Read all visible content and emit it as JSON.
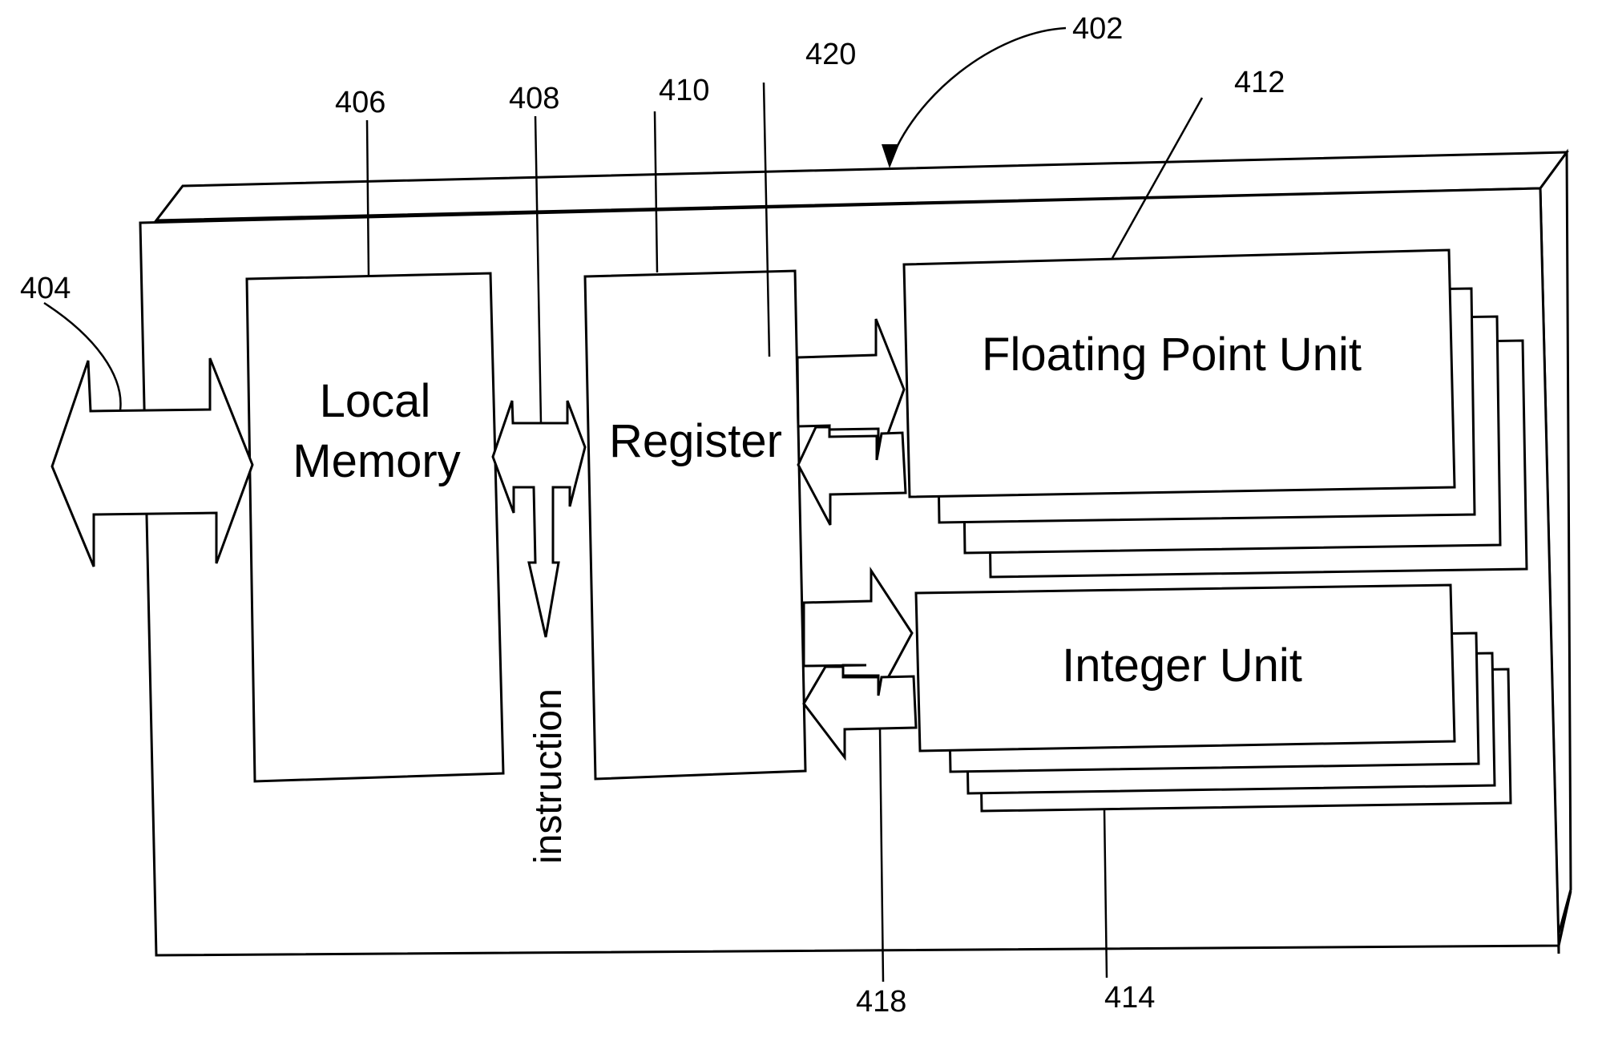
{
  "figure": {
    "type": "patent-block-diagram",
    "processor": {
      "ref": "402"
    },
    "external_bus": {
      "ref": "404"
    },
    "local_memory": {
      "ref": "406",
      "label_line1": "Local",
      "label_line2": "Memory"
    },
    "memory_register_bus": {
      "ref": "408",
      "branch_label": "instruction"
    },
    "register": {
      "ref": "410",
      "label": "Register"
    },
    "floating_point_unit": {
      "ref": "412",
      "label": "Floating Point Unit",
      "stack_depth": 4
    },
    "integer_unit": {
      "ref": "414",
      "label": "Integer Unit",
      "stack_depth": 4
    },
    "int_bus": {
      "ref": "418"
    },
    "fpu_bus": {
      "ref": "420"
    }
  }
}
